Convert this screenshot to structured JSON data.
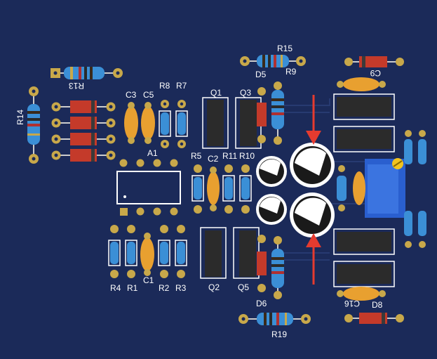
{
  "colors": {
    "board": "#1b2a59",
    "silk": "#ffffff",
    "pad": "#c8a84a",
    "resistor_body": "#3b8fd6",
    "diode_body": "#c43a2a",
    "cap_body": "#e8a030",
    "ic_body": "#2b2b2b",
    "electrolytic_body": "#1a1a1a",
    "trimmer_body": "#2a5fcf",
    "arrow": "#e53b2f"
  },
  "labels": {
    "R15": "R15",
    "R9": "R9",
    "D5": "D5",
    "C9": "C9",
    "R13": "R13",
    "R14": "R14",
    "C3": "C3",
    "C5": "C5",
    "R8": "R8",
    "R7": "R7",
    "Q1": "Q1",
    "Q3": "Q3",
    "A1": "A1",
    "R5": "R5",
    "C2": "C2",
    "R11": "R11",
    "R10": "R10",
    "R4": "R4",
    "R1": "R1",
    "C1": "C1",
    "R2": "R2",
    "R3": "R3",
    "Q2": "Q2",
    "Q5": "Q5",
    "D6": "D6",
    "R19": "R19",
    "C16": "C16",
    "D8": "D8"
  }
}
